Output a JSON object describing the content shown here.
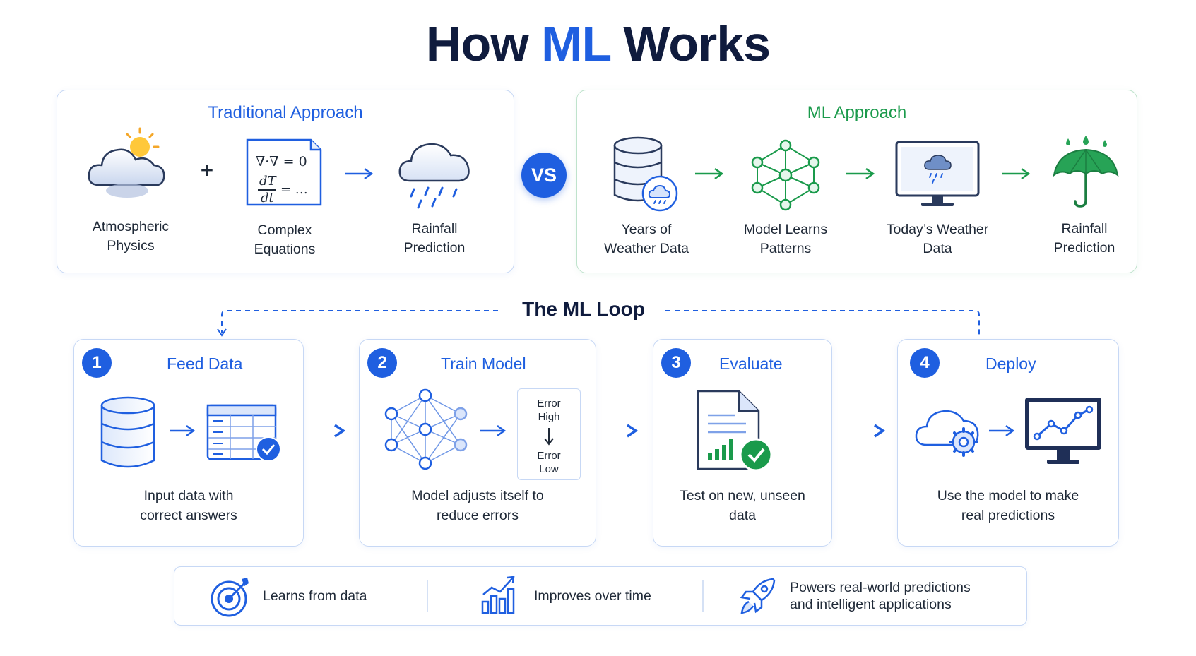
{
  "title": {
    "prefix": "How ",
    "accent": "ML",
    "suffix": " Works"
  },
  "traditional": {
    "title": "Traditional Approach",
    "plus": "+",
    "items": [
      {
        "label1": "Atmospheric",
        "label2": "Physics",
        "icon": "sun-cloud-icon"
      },
      {
        "label1": "Complex",
        "label2": "Equations",
        "icon": "equation-document-icon"
      },
      {
        "label1": "Rainfall",
        "label2": "Prediction",
        "icon": "rain-cloud-icon"
      }
    ],
    "equation": {
      "line1": "∇·∇ = 0",
      "frac_top": "dT",
      "frac_bottom": "dt",
      "frac_rest": "= …"
    }
  },
  "vs_label": "VS",
  "ml": {
    "title": "ML Approach",
    "items": [
      {
        "label1": "Years of",
        "label2": "Weather Data",
        "icon": "database-cloud-icon"
      },
      {
        "label1": "Model Learns",
        "label2": "Patterns",
        "icon": "neural-network-icon"
      },
      {
        "label1": "Today’s Weather",
        "label2": "Data",
        "icon": "monitor-weather-icon"
      },
      {
        "label1": "Rainfall",
        "label2": "Prediction",
        "icon": "umbrella-icon"
      }
    ]
  },
  "loop": {
    "title": "The ML Loop",
    "steps": [
      {
        "num": "1",
        "title": "Feed Data",
        "desc1": "Input data with",
        "desc2": "correct answers"
      },
      {
        "num": "2",
        "title": "Train Model",
        "desc1": "Model adjusts itself to",
        "desc2": "reduce errors"
      },
      {
        "num": "3",
        "title": "Evaluate",
        "desc1": "Test on new, unseen",
        "desc2": "data"
      },
      {
        "num": "4",
        "title": "Deploy",
        "desc1": "Use the model to make",
        "desc2": "real predictions"
      }
    ],
    "error_box": {
      "high1": "Error",
      "high2": "High",
      "low1": "Error",
      "low2": "Low"
    }
  },
  "benefits": [
    {
      "text1": "Learns from data",
      "text2": "",
      "icon": "target-icon"
    },
    {
      "text1": "Improves over time",
      "text2": "",
      "icon": "growth-chart-icon"
    },
    {
      "text1": "Powers real-world predictions",
      "text2": "and intelligent applications",
      "icon": "rocket-icon"
    }
  ],
  "colors": {
    "blue": "#1f5fe0",
    "green": "#1a9a4b",
    "navy": "#0f1b3d"
  }
}
